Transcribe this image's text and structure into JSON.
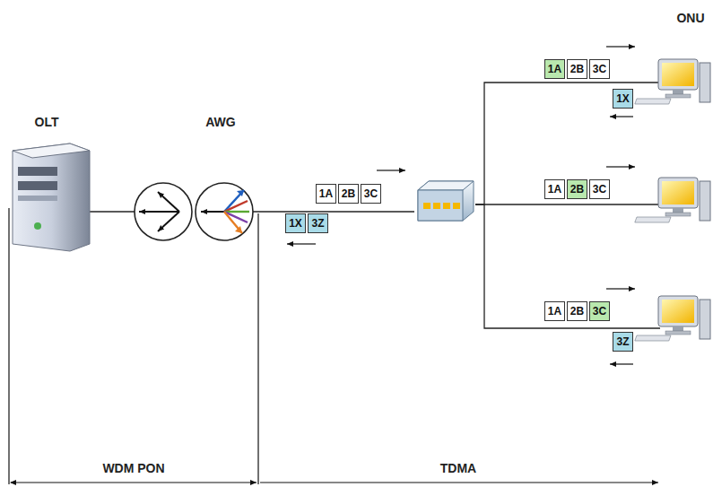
{
  "diagram": {
    "nodes": [
      {
        "text": [
          "1A"
        ]
      },
      {
        "text": [
          "2B"
        ]
      },
      {
        "text": [
          "3C"
        ]
      },
      {
        "text": [
          "1X"
        ]
      },
      {
        "text": [
          "1A"
        ]
      },
      {
        "text": [
          "2B"
        ]
      },
      {
        "text": [
          "3C"
        ]
      },
      {
        "text": [
          "1A"
        ]
      },
      {
        "text": [
          "2B"
        ]
      },
      {
        "text": [
          "3C"
        ]
      },
      {
        "text": [
          "1X"
        ]
      },
      {
        "text": [
          "3Z"
        ]
      },
      {
        "text": [
          "1A"
        ]
      },
      {
        "text": [
          "2B"
        ]
      },
      {
        "text": [
          "3C"
        ]
      },
      {
        "text": [
          "3Z"
        ]
      }
    ],
    "labels": [
      "ONU",
      "OLT",
      "AWG",
      "WDM PON",
      "TDMA"
    ]
  }
}
